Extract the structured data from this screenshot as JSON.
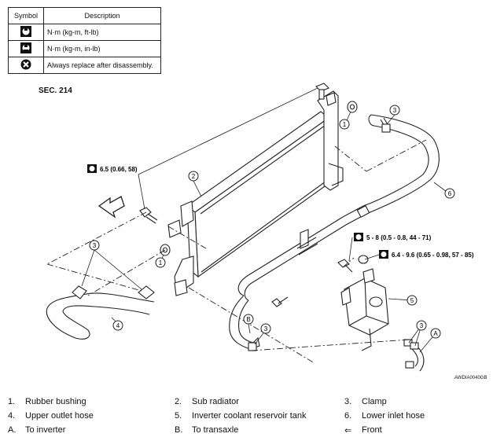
{
  "legend": {
    "headers": {
      "symbol": "Symbol",
      "description": "Description"
    },
    "rows": [
      {
        "icon": "torque-ft-lb-icon",
        "description": "N·m (kg-m, ft-lb)"
      },
      {
        "icon": "torque-in-lb-icon",
        "description": "N·m (kg-m, in-lb)"
      },
      {
        "icon": "always-replace-icon",
        "description": "Always replace after disassembly."
      }
    ]
  },
  "section": "SEC. 214",
  "torque_specs": [
    "6.5 (0.66, 58)",
    "5 - 8 (0.5 - 0.8, 44 - 71)",
    "6.4 - 9.6 (0.65 - 0.98, 57 - 85)"
  ],
  "callouts": [
    "1",
    "2",
    "3",
    "4",
    "5",
    "6",
    "A",
    "B"
  ],
  "figure_id": "AWDIA0040GB",
  "parts": [
    {
      "num": "1.",
      "label": "Rubber bushing"
    },
    {
      "num": "2.",
      "label": "Sub radiator"
    },
    {
      "num": "3.",
      "label": "Clamp"
    },
    {
      "num": "4.",
      "label": "Upper outlet hose"
    },
    {
      "num": "5.",
      "label": "Inverter coolant reservoir tank"
    },
    {
      "num": "6.",
      "label": "Lower inlet hose"
    },
    {
      "num": "A.",
      "label": "To inverter"
    },
    {
      "num": "B.",
      "label": "To transaxle"
    },
    {
      "num": "⇐",
      "label": "Front"
    }
  ]
}
